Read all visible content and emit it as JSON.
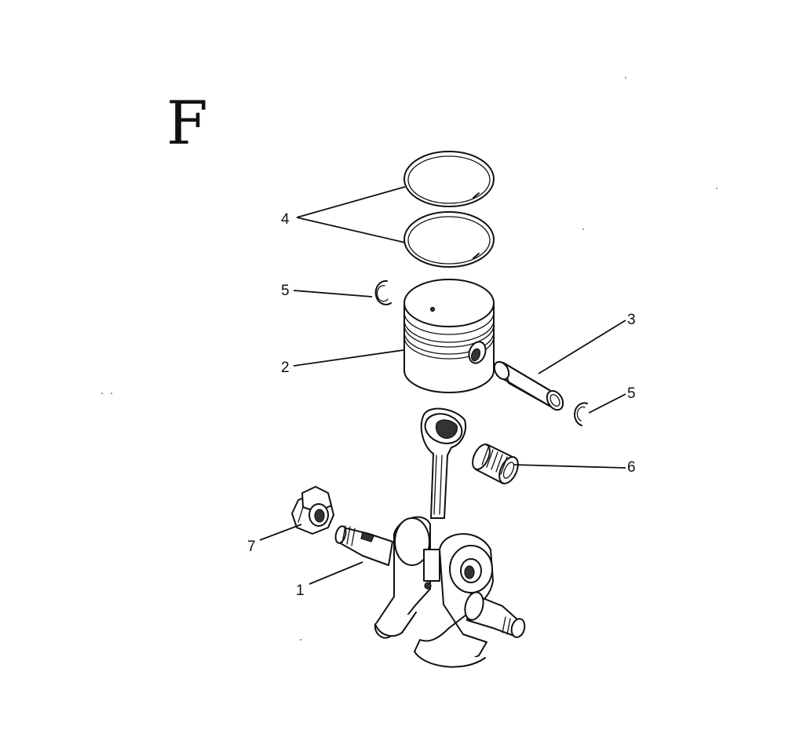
{
  "section_letter": "F",
  "callouts": [
    {
      "number": "1",
      "part": "crankshaft"
    },
    {
      "number": "2",
      "part": "piston"
    },
    {
      "number": "3",
      "part": "piston-pin"
    },
    {
      "number": "4",
      "part": "piston-rings"
    },
    {
      "number": "5",
      "part": "circlip"
    },
    {
      "number": "5",
      "part": "circlip"
    },
    {
      "number": "6",
      "part": "needle-bearing"
    },
    {
      "number": "7",
      "part": "flange-nut"
    }
  ]
}
